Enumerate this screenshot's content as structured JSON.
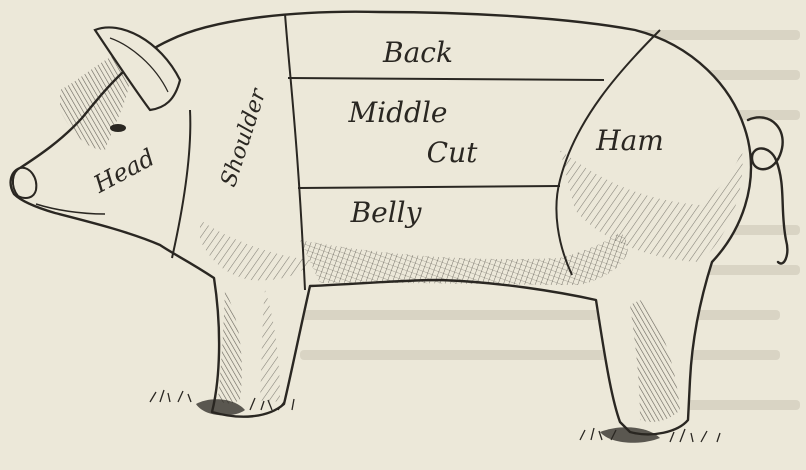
{
  "diagram": {
    "colors": {
      "paper": "#ece8d9",
      "ink": "#2a2722",
      "ghost_text": "#d9d4c4"
    },
    "cuts": {
      "head": "Head",
      "shoulder": "Shoulder",
      "back": "Back",
      "middle_cut_line1": "Middle",
      "middle_cut_line2": "Cut",
      "belly": "Belly",
      "ham": "Ham"
    }
  }
}
